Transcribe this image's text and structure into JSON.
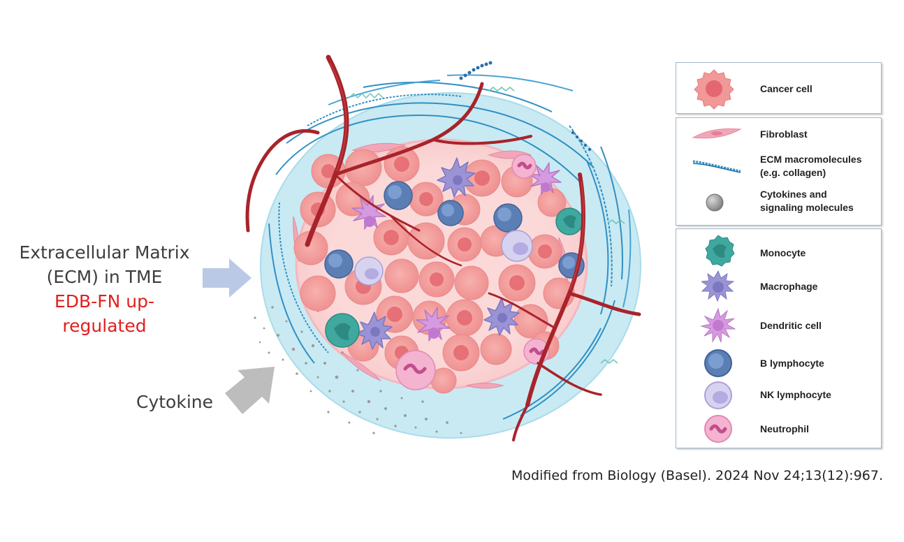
{
  "annotations": {
    "ecm_line1": "Extracellular Matrix",
    "ecm_line2": "(ECM) in TME",
    "edb_line1": "EDB-FN up-",
    "edb_line2": "regulated",
    "cytokine": "Cytokine"
  },
  "legend": {
    "cancer_cell": "Cancer cell",
    "fibroblast": "Fibroblast",
    "ecm_macromolecules": "ECM macromolecules\n(e.g. collagen)",
    "cytokines": "Cytokines and\nsignaling molecules",
    "monocyte": "Monocyte",
    "macrophage": "Macrophage",
    "dendritic_cell": "Dendritic cell",
    "b_lymphocyte": "B lymphocyte",
    "nk_lymphocyte": "NK lymphocyte",
    "neutrophil": "Neutrophil"
  },
  "citation": "Modified from Biology (Basel). 2024 Nov 24;13(12):967.",
  "colors": {
    "highlight_red": "#e01f1f",
    "ecm_arrow": "#b9c9e6",
    "cytokine_arrow": "#bdbdbd",
    "cancer_cell": "#f19898",
    "fibroblast": "#f2a7b8",
    "collagen": "#2f8fc4",
    "monocyte": "#3fa9a0",
    "macrophage": "#9a94d6",
    "dendritic_cell": "#d69ae0",
    "b_lymphocyte": "#5b7fb5",
    "nk_lymphocyte": "#c8c3ea",
    "neutrophil": "#f4b3d0",
    "blood_vessel": "#a8232a"
  }
}
